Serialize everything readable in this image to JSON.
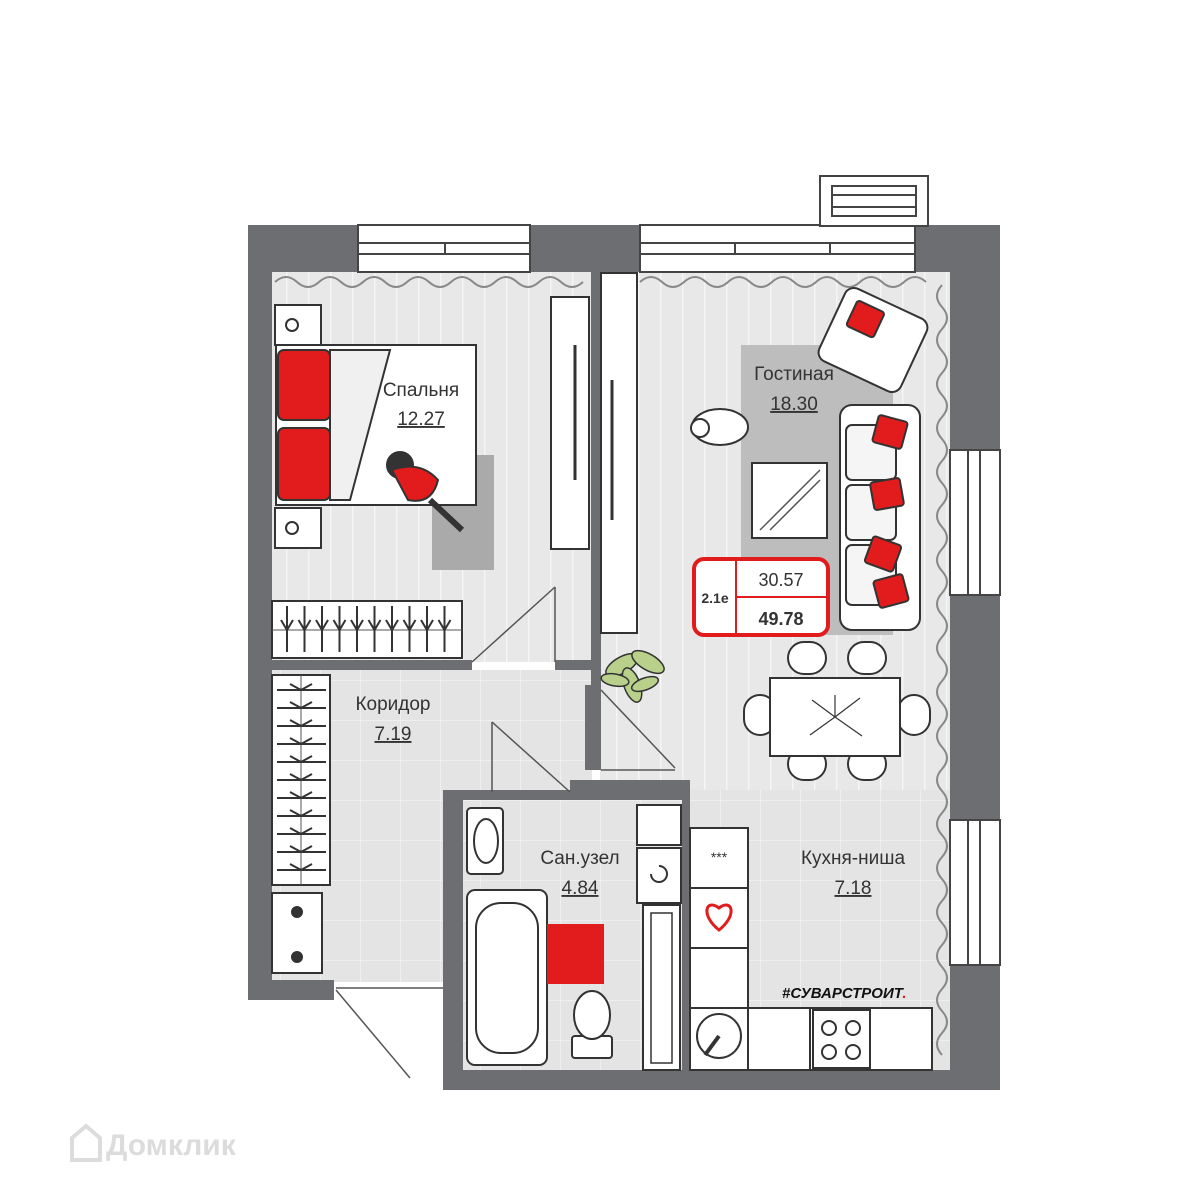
{
  "rooms": {
    "bedroom": {
      "name": "Спальня",
      "area": "12.27"
    },
    "living": {
      "name": "Гостиная",
      "area": "18.30"
    },
    "corridor": {
      "name": "Коридор",
      "area": "7.19"
    },
    "bathroom": {
      "name": "Сан.узел",
      "area": "4.84"
    },
    "kitchen": {
      "name": "Кухня-ниша",
      "area": "7.18"
    }
  },
  "apartment_card": {
    "type": "2.1e",
    "living_area": "30.57",
    "total_area": "49.78"
  },
  "appliance_marks": {
    "fridge_panel": "***"
  },
  "brand": {
    "name": "#СУВАРСТРОИТ",
    "dot": "."
  },
  "watermark": {
    "text": "Домклик"
  },
  "colors": {
    "wall": "#6d6e71",
    "floor": "#e6e6e6",
    "accent": "#e21c1c",
    "line": "#333333"
  },
  "icons": [
    "cat-icon",
    "plant-icon",
    "heart-icon",
    "person-icon",
    "house-logo-icon"
  ]
}
